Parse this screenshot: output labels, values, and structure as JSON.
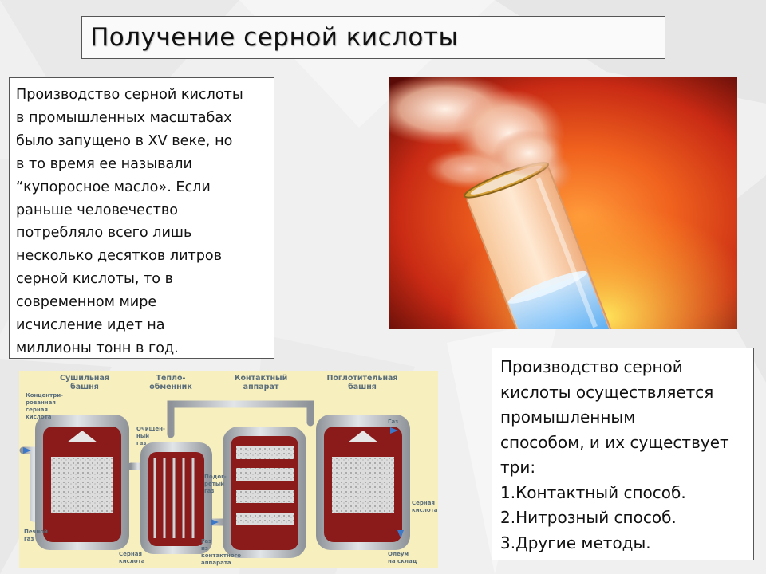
{
  "slide": {
    "title": "Получение серной кислоты",
    "left_text_lines": [
      "Производство серной кислоты",
      "в промышленных масштабах",
      "было запущено в XV веке, но",
      "в то время ее называли",
      "“купоросное масло». Если",
      "раньше человечество",
      "потребляло всего лишь",
      "несколько десятков литров",
      "серной кислоты, то в",
      "современном мире",
      "исчисление идет на",
      "миллионы тонн в год."
    ],
    "right_text_lines": [
      "Производство серной",
      "кислоты осуществляется",
      "промышленным",
      "способом, и их существует",
      "три:",
      "1.Контактный способ.",
      "2.Нитрозный способ.",
      "3.Другие методы."
    ]
  },
  "diagram": {
    "stage_labels": {
      "drying_1": "Сушильная",
      "drying_2": "башня",
      "heat_1": "Тепло-",
      "heat_2": "обменник",
      "contact_1": "Контактный",
      "contact_2": "аппарат",
      "absorb_1": "Поглотительная",
      "absorb_2": "башня"
    },
    "labels": {
      "conc_1": "Концентри-",
      "conc_2": "рованная",
      "conc_3": "серная",
      "conc_4": "кислота",
      "purified_1": "Очищен-",
      "purified_2": "ный",
      "purified_3": "газ",
      "heated_1": "Подог-",
      "heated_2": "ретый",
      "heated_3": "газ",
      "gas_out": "Газ",
      "acid_out_1": "Серная",
      "acid_out_2": "кислота",
      "kiln_1": "Печной",
      "kiln_2": "газ",
      "acid_bottom_1": "Серная",
      "acid_bottom_2": "кислота",
      "contact_gas_1": "Газ",
      "contact_gas_2": "из",
      "contact_gas_3": "контактного",
      "contact_gas_4": "аппарата",
      "oleum_1": "Олеум",
      "oleum_2": "на склад"
    },
    "colors": {
      "background": "#f7efbd",
      "steel": "#a9aeb3",
      "brick": "#8b1a1a",
      "label": "#5a6d7a",
      "arrow": "#3b78c8"
    }
  },
  "photo": {
    "icon": "acid-smoke-tube-photo"
  }
}
